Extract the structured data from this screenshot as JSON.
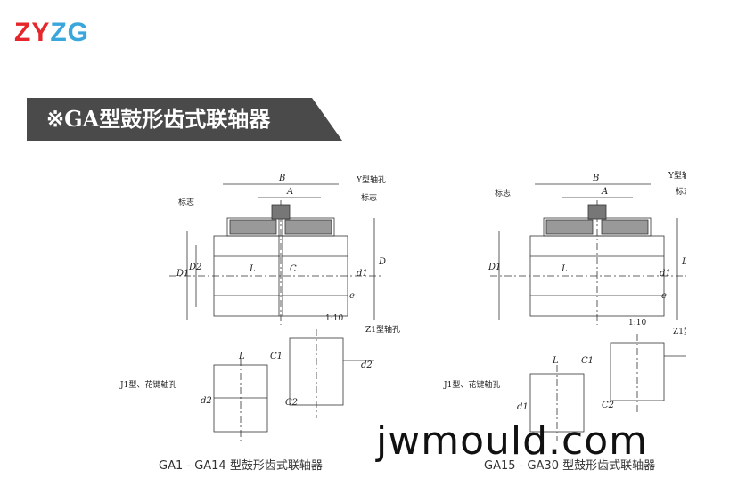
{
  "logo": {
    "part1": "ZY",
    "part2": "ZG"
  },
  "banner": {
    "title": "※GA型鼓形齿式联轴器"
  },
  "captions": {
    "left": "GA1 - GA14 型鼓形齿式联轴器",
    "right": "GA15 - GA30 型鼓形齿式联轴器"
  },
  "watermark": "jwmould.com",
  "drawing_labels": {
    "biaozhi": "标志",
    "y_bore": "Y型轴孔",
    "z1_bore": "Z1型轴孔",
    "j1_bore": "J1型、花键轴孔",
    "taper": "1:10",
    "B": "B",
    "A": "A",
    "L": "L",
    "C": "C",
    "C1": "C1",
    "C2": "C2",
    "D": "D",
    "D1": "D1",
    "D2": "D2",
    "d1": "d1",
    "d2": "d2",
    "e": "e"
  },
  "colors": {
    "logo_red": "#e6262a",
    "logo_blue": "#39a6dc",
    "banner_bg": "#4a4a4a"
  }
}
